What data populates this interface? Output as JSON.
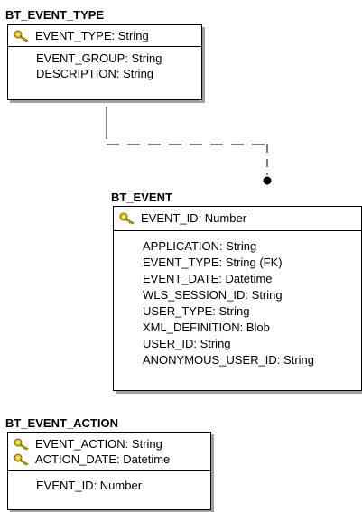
{
  "entities": {
    "bt_event_type": {
      "title": "BT_EVENT_TYPE",
      "pk": [
        "EVENT_TYPE: String"
      ],
      "attributes": [
        "EVENT_GROUP: String",
        "DESCRIPTION: String"
      ]
    },
    "bt_event": {
      "title": "BT_EVENT",
      "pk": [
        "EVENT_ID: Number"
      ],
      "attributes": [
        "APPLICATION: String",
        "EVENT_TYPE: String (FK)",
        "EVENT_DATE: Datetime",
        "WLS_SESSION_ID: String",
        "USER_TYPE: String",
        "XML_DEFINITION: Blob",
        "USER_ID: String",
        "ANONYMOUS_USER_ID: String"
      ]
    },
    "bt_event_action": {
      "title": "BT_EVENT_ACTION",
      "pk": [
        "EVENT_ACTION: String",
        "ACTION_DATE: Datetime"
      ],
      "attributes": [
        "EVENT_ID: Number"
      ]
    }
  },
  "icons": {
    "pk": "key-icon"
  },
  "colors": {
    "key_fill": "#e8c400",
    "key_stroke": "#7a6500",
    "shadow": "#a0a0a0"
  }
}
